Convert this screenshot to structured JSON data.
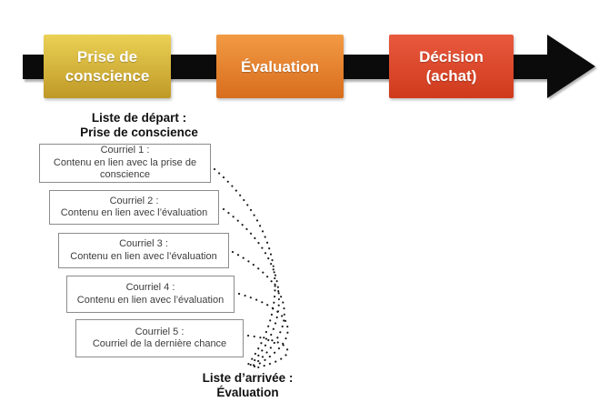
{
  "funnel": {
    "stages": [
      {
        "label": "Prise de conscience",
        "color_top": "#ebd155",
        "color_bottom": "#bf9926"
      },
      {
        "label": "Évaluation",
        "color_top": "#f29a44",
        "color_bottom": "#d86d1e"
      },
      {
        "label": "Décision (achat)",
        "color_top": "#e9593e",
        "color_bottom": "#cf3a1c"
      }
    ],
    "arrow_color": "#0b0b0b"
  },
  "source_list": {
    "line1": "Liste de départ :",
    "line2": "Prise de conscience"
  },
  "emails": [
    {
      "title": "Courriel 1 :",
      "description": "Contenu en lien avec la prise de conscience"
    },
    {
      "title": "Courriel 2 :",
      "description": "Contenu en lien avec l’évaluation"
    },
    {
      "title": "Courriel 3 :",
      "description": "Contenu en lien avec l’évaluation"
    },
    {
      "title": "Courriel 4 :",
      "description": "Contenu en lien avec l’évaluation"
    },
    {
      "title": "Courriel 5 :",
      "description": "Courriel de la dernière chance"
    }
  ],
  "destination_list": {
    "line1": "Liste d’arrivée :",
    "line2": "Évaluation"
  }
}
